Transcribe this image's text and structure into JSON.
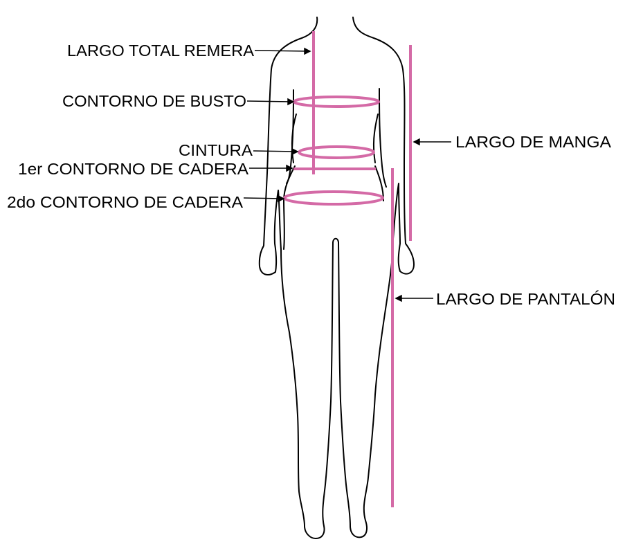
{
  "colors": {
    "measure": "#d46aa6",
    "outline": "#000000",
    "background": "#ffffff"
  },
  "labels": {
    "largo_total_remera": "LARGO TOTAL REMERA",
    "contorno_busto": "CONTORNO DE BUSTO",
    "cintura": "CINTURA",
    "primer_contorno_cadera": "1er CONTORNO DE  CADERA",
    "segundo_contorno_cadera": "2do CONTORNO DE CADERA",
    "largo_manga": "LARGO DE MANGA",
    "largo_pantalon": "LARGO DE PANTALÓN"
  }
}
